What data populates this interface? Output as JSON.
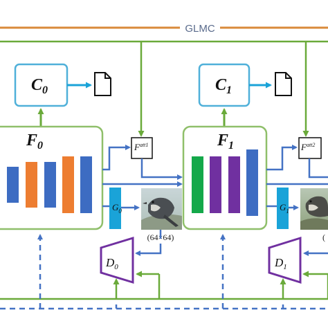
{
  "diagram": {
    "glmc_label": "GLMC",
    "stage0": {
      "F": "F",
      "F_sub": "0",
      "C": "C",
      "C_sub": "0",
      "Fatt_base": "F",
      "Fatt_sup": "att1",
      "G": "G",
      "G_sub": "0",
      "D": "D",
      "D_sub": "0",
      "resolution": "(64×64)"
    },
    "stage1": {
      "F": "F",
      "F_sub": "1",
      "C": "C",
      "C_sub": "1",
      "Fatt_base": "F",
      "Fatt_sup": "att2",
      "G": "G",
      "G_sub": "1",
      "D": "D",
      "D_sub": "1",
      "resolution": "("
    },
    "colors": {
      "glmc_line": "#d98a3a",
      "green": "#6aaa3a",
      "blue_arrow": "#4472c4",
      "cyan": "#1aa3d8",
      "purple": "#7030a0",
      "box_border_green": "#8fbf6a",
      "box_border_cyan": "#4fb0d9",
      "bar_blue": "#3d6cc2",
      "bar_orange": "#ed7d31",
      "bar_green": "#14a84a",
      "bar_purple": "#7030a0"
    },
    "icons": [
      "document-icon",
      "bird-image",
      "arrow-icon"
    ]
  }
}
